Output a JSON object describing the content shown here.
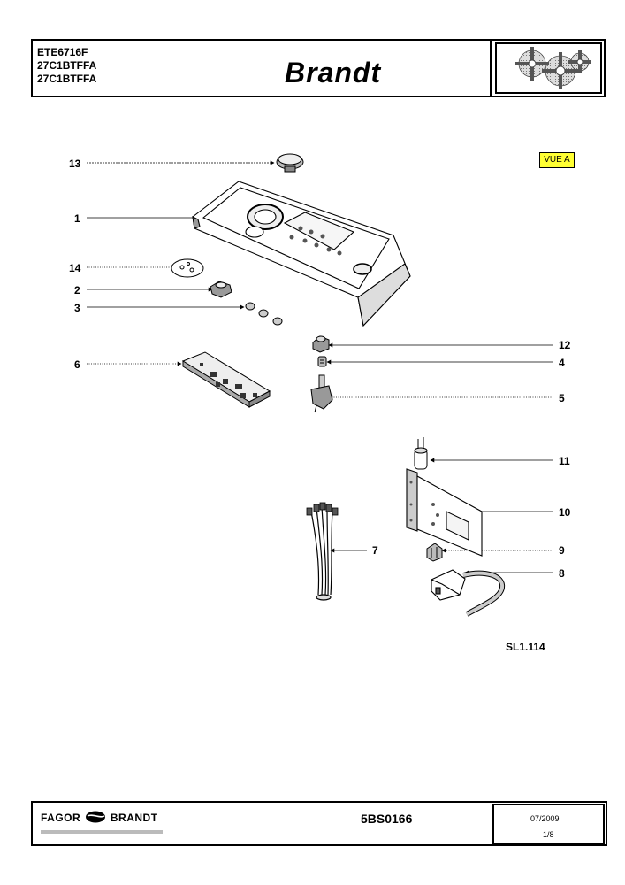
{
  "header": {
    "models": [
      "ETE6716F",
      "27C1BTFFA",
      "27C1BTFFA"
    ],
    "brand": "Brandt"
  },
  "view_label": "VUE A",
  "callouts": [
    "13",
    "1",
    "14",
    "2",
    "3",
    "6",
    "12",
    "4",
    "5",
    "11",
    "10",
    "7",
    "9",
    "8"
  ],
  "sheet_code": "SL1.114",
  "footer": {
    "logo_left": "FAGOR",
    "logo_right": "BRANDT",
    "doc_code": "5BS0166",
    "date": "07/2009",
    "page": "1/8"
  },
  "icons": {
    "brand_logo": "fagor-brandt-logo-icon",
    "header_image": "gears-icon"
  }
}
